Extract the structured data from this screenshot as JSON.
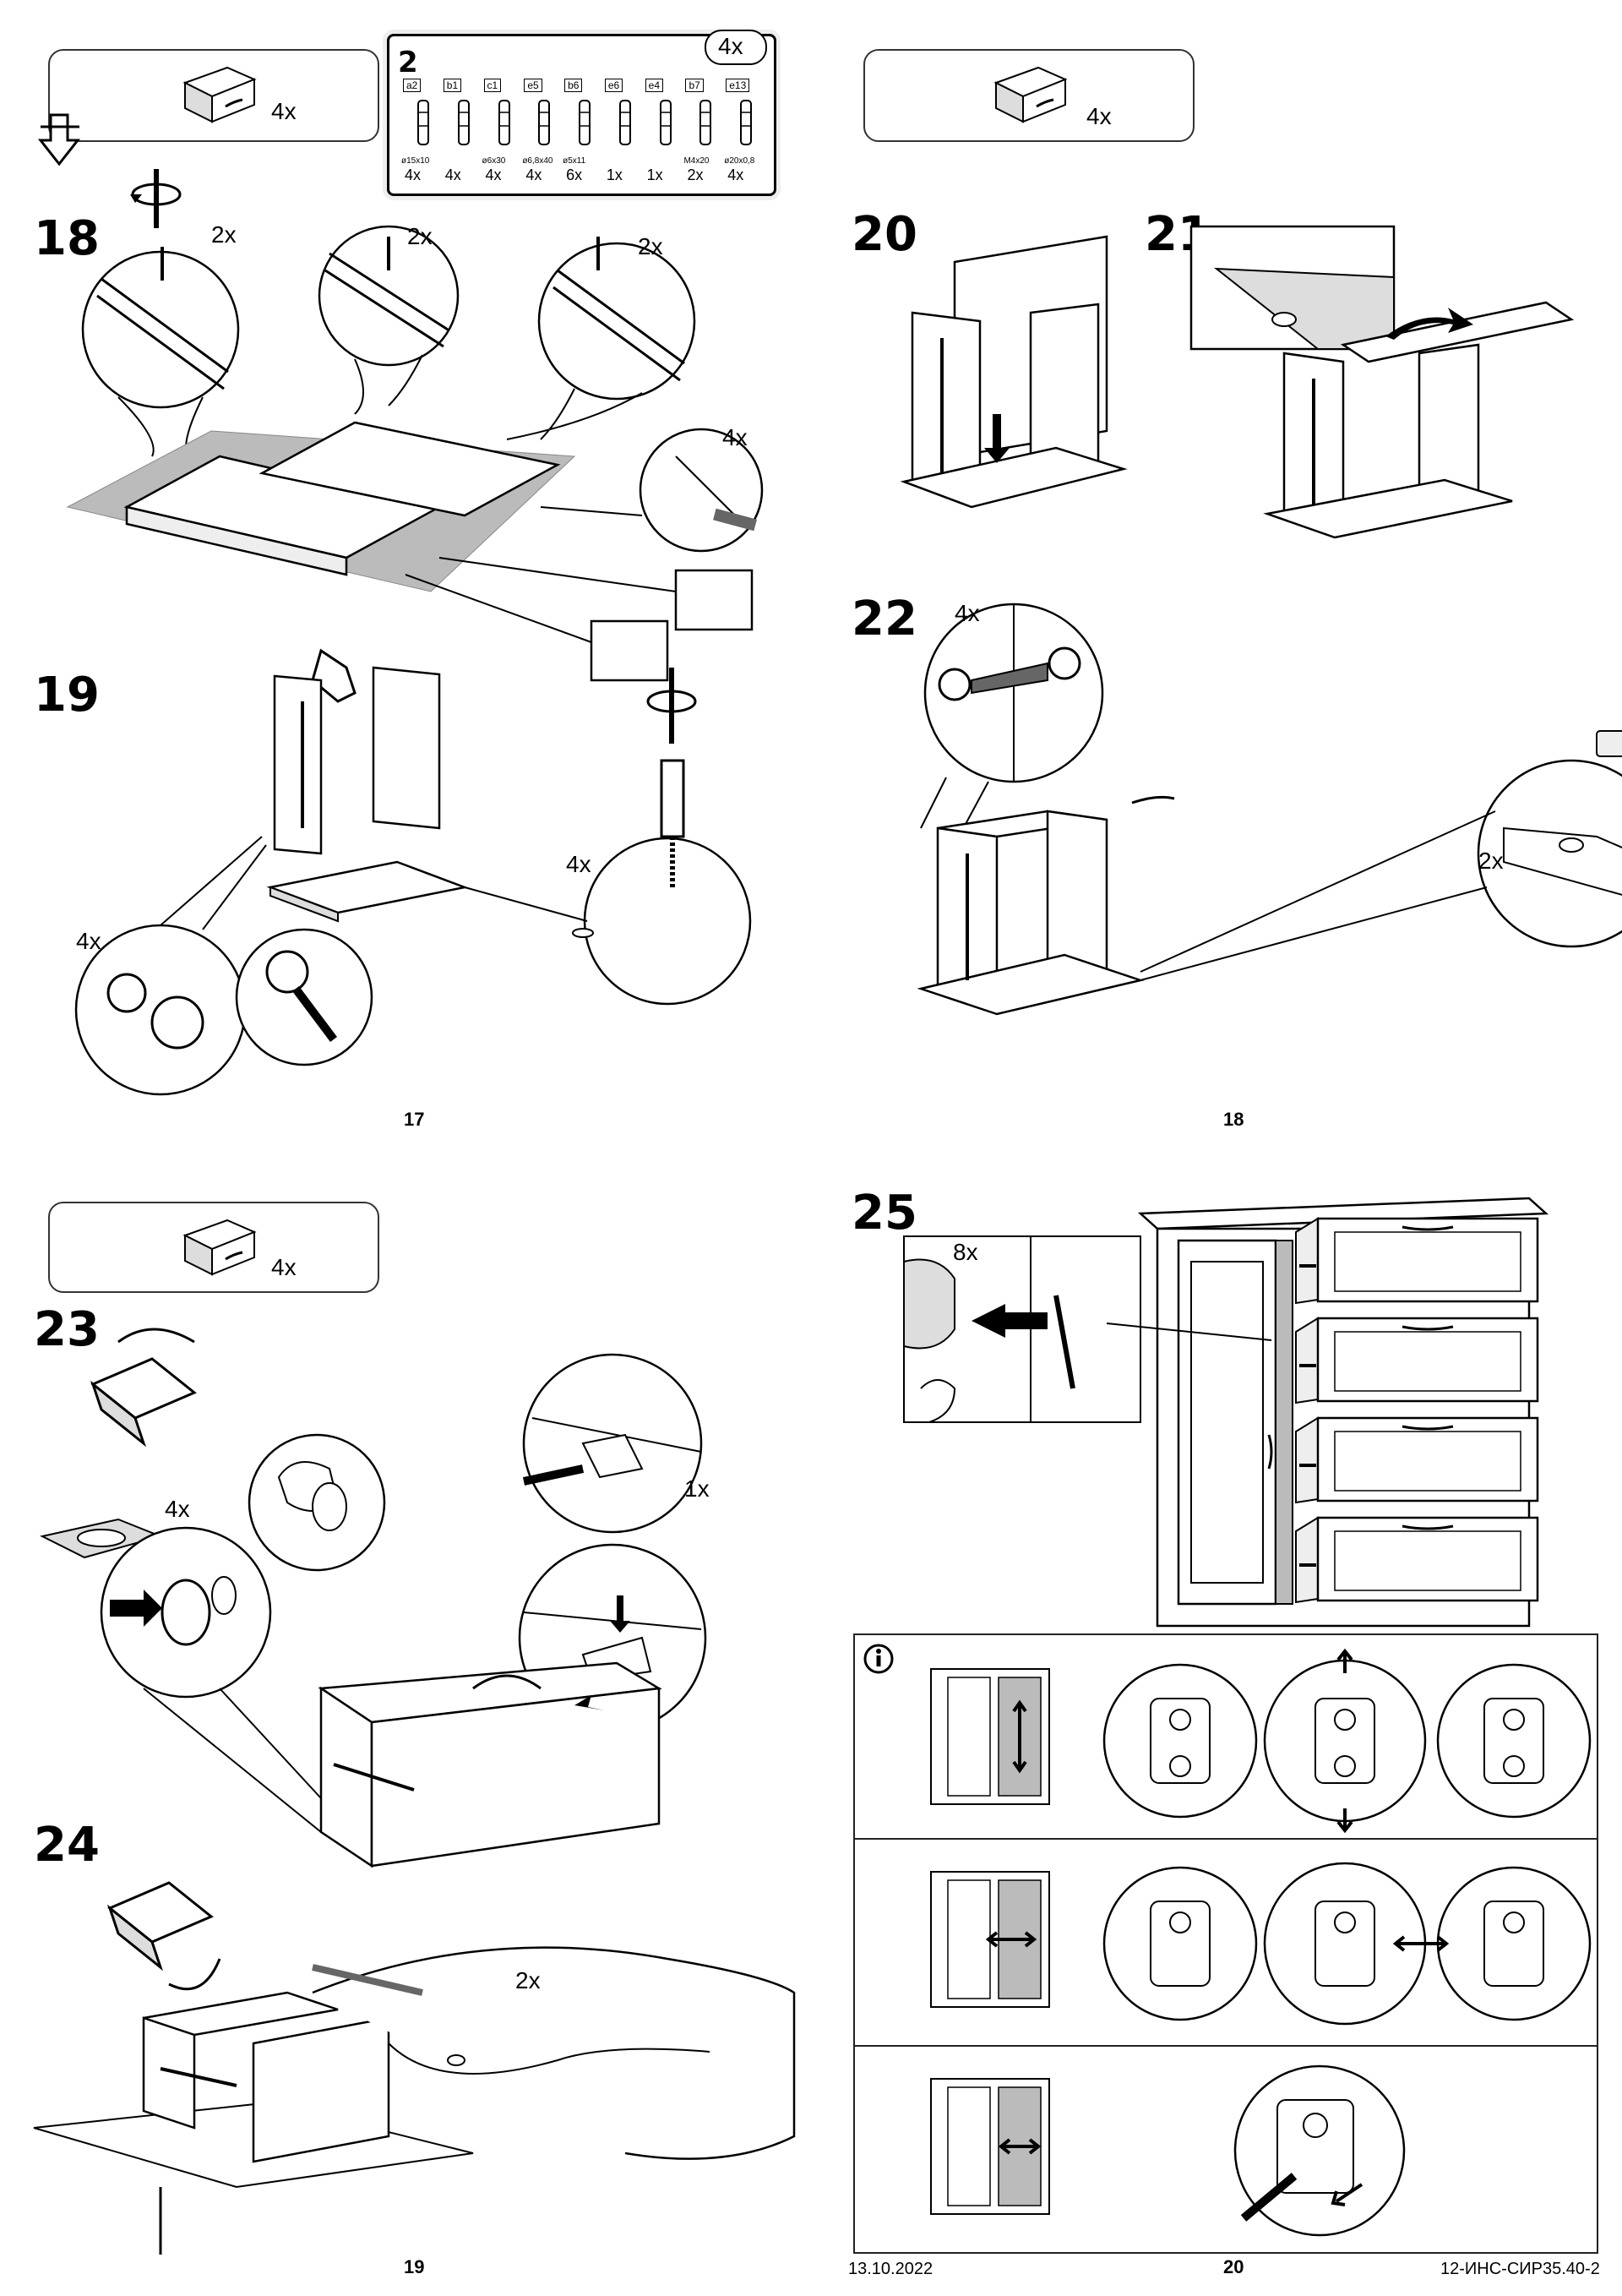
{
  "pages": {
    "p17": {
      "page_number": "17",
      "drawer_box_qty": "4x",
      "parts_panel": {
        "step_label": "2",
        "set_qty": "4x",
        "parts": [
          {
            "code": "a2",
            "size": "ø15x10",
            "qty": "4x"
          },
          {
            "code": "b1",
            "size": "",
            "qty": "4x"
          },
          {
            "code": "c1",
            "size": "ø6x30",
            "qty": "4x"
          },
          {
            "code": "e5",
            "size": "ø6,8x40",
            "qty": "4x"
          },
          {
            "code": "b6",
            "size": "ø5x11",
            "qty": "6x"
          },
          {
            "code": "e6",
            "size": "",
            "qty": "1x"
          },
          {
            "code": "e4",
            "size": "",
            "qty": "1x"
          },
          {
            "code": "b7",
            "size": "M4x20",
            "qty": "2x"
          },
          {
            "code": "e13",
            "size": "ø20x0,8",
            "qty": "4x"
          }
        ]
      },
      "step18": {
        "label": "18",
        "callouts": [
          "2x",
          "2x",
          "2x"
        ],
        "dowel_qty": "4x"
      },
      "step19": {
        "label": "19",
        "cam_qty": "4x",
        "bolt_qty": "4x"
      }
    },
    "p18": {
      "page_number": "18",
      "drawer_box_qty": "4x",
      "step20": {
        "label": "20"
      },
      "step21": {
        "label": "21"
      },
      "step22": {
        "label": "22",
        "screw_qty": "4x",
        "pad_qty": "2x"
      }
    },
    "p19": {
      "page_number": "19",
      "drawer_box_qty": "4x",
      "step23": {
        "label": "23",
        "cap_qty": "4x",
        "bracket_qty": "1x"
      },
      "step24": {
        "label": "24",
        "screw_qty": "2x"
      }
    },
    "p20": {
      "page_number": "20",
      "date": "13.10.2022",
      "doc_code": "12-ИНС-СИР35.40-2",
      "step25": {
        "label": "25",
        "slide_qty": "8x"
      },
      "info_icon": "info-icon"
    }
  }
}
